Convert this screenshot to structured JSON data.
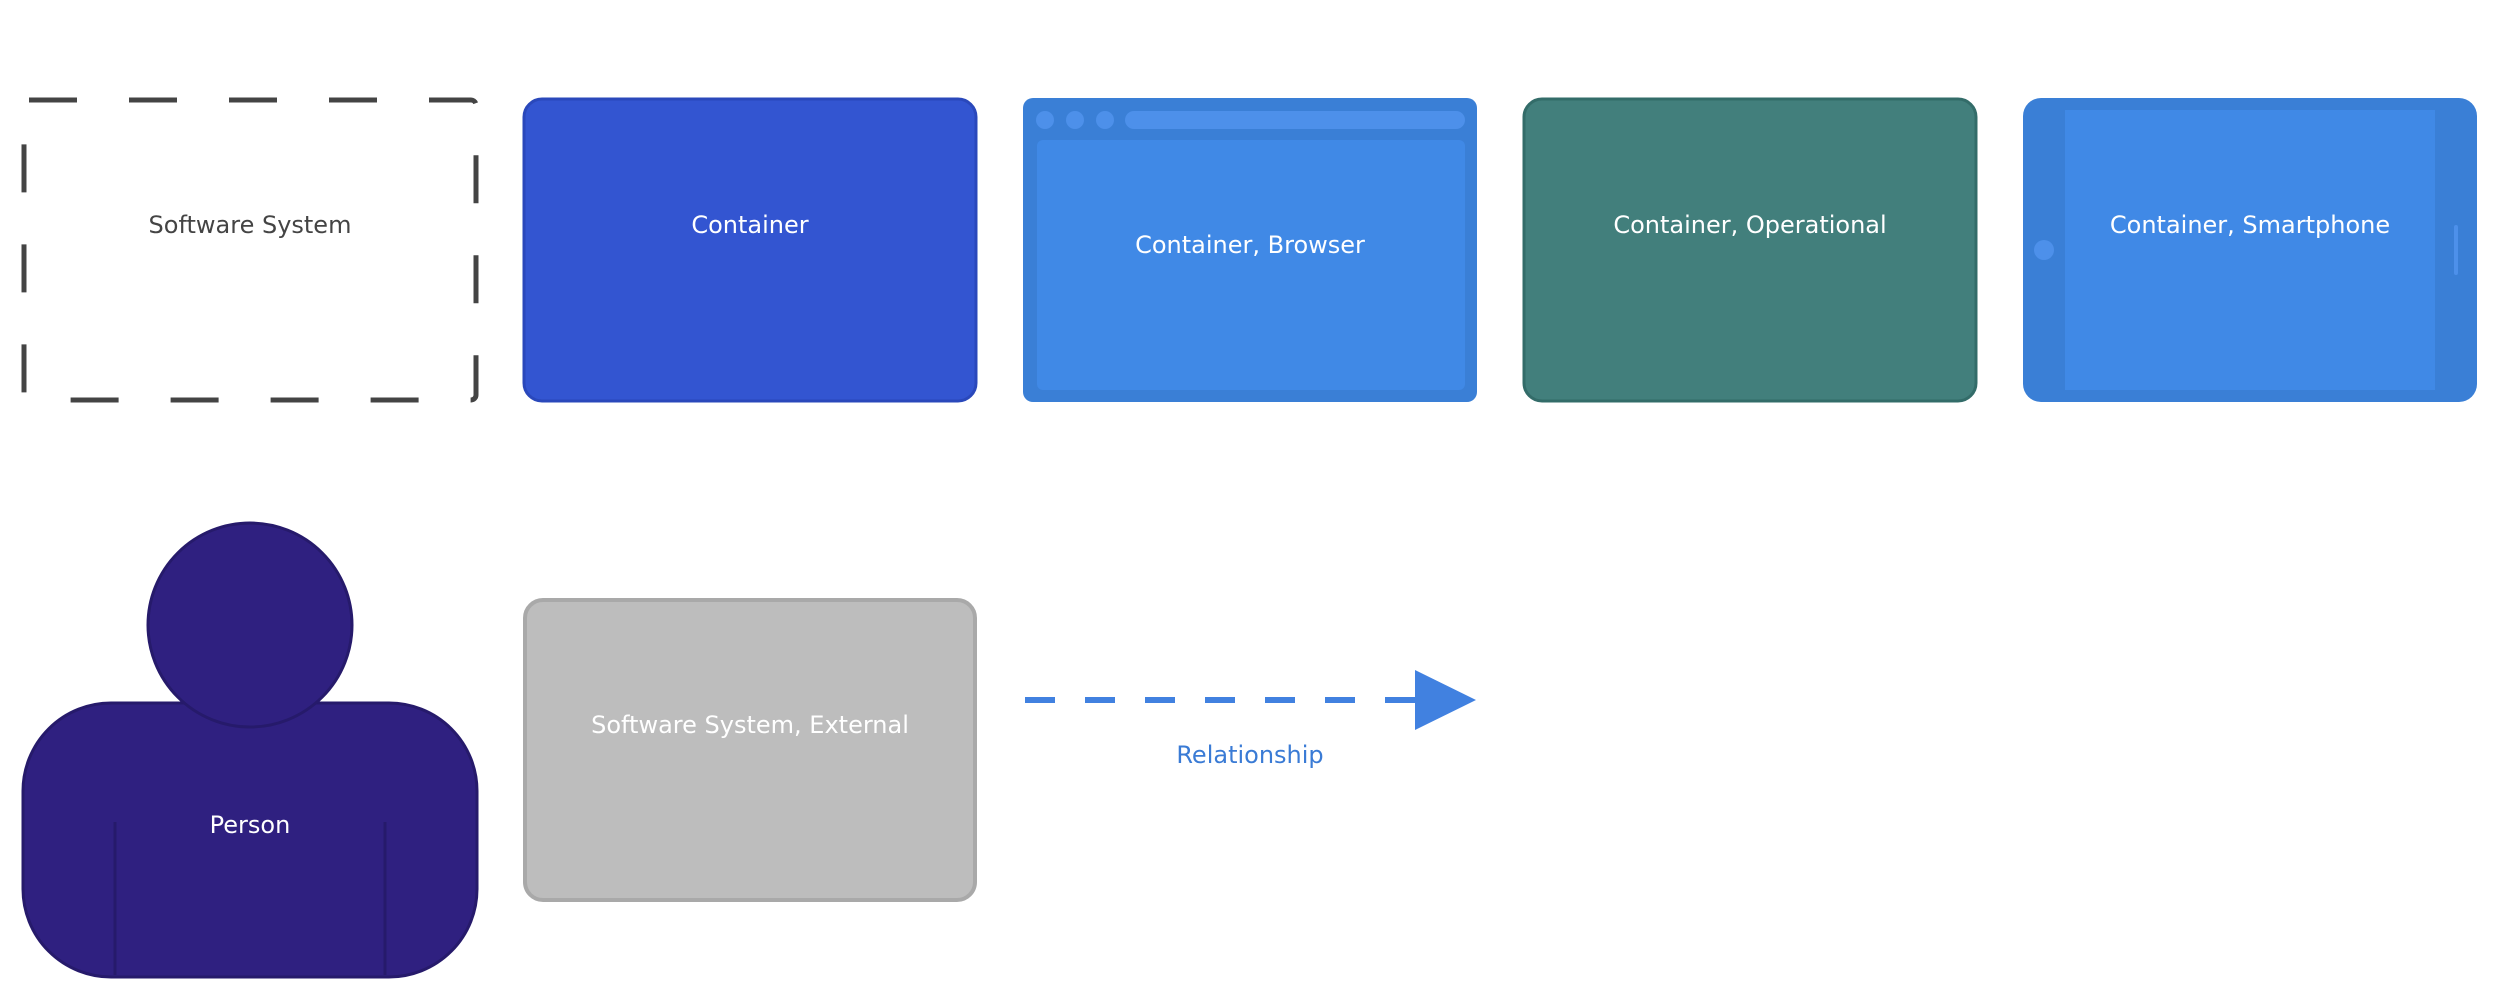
{
  "legend": {
    "software_system": "Software System",
    "container": "Container",
    "container_browser": "Container, Browser",
    "container_operational": "Container, Operational",
    "container_smartphone": "Container, Smartphone",
    "person": "Person",
    "software_system_external": "Software System, External",
    "relationship": "Relationship"
  },
  "colors": {
    "container": "#3355d1",
    "browser_frame": "#3a7fd6",
    "browser_body": "#4089e6",
    "operational": "#427f7c",
    "person": "#2f2080",
    "external": "#bdbdbd",
    "relationship": "#4181e0",
    "dashed_border": "#444444"
  }
}
